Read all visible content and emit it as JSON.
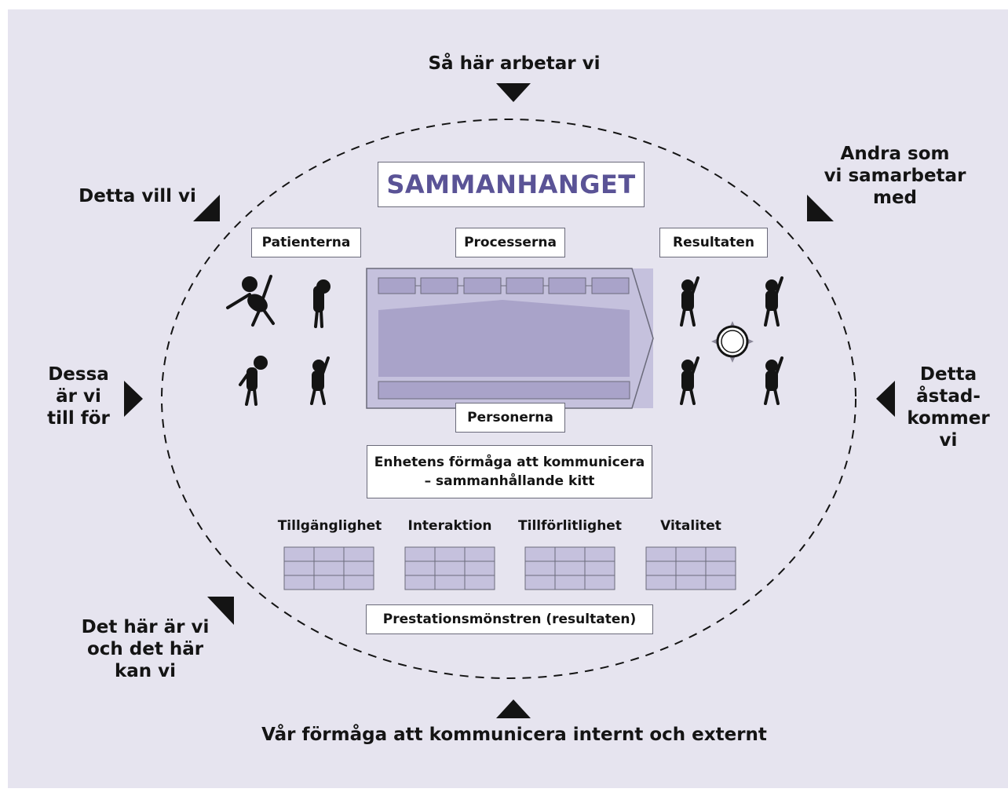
{
  "title": "SAMMANHANGET",
  "outer_labels": {
    "top": "Så här arbetar vi",
    "top_left": "Detta vill vi",
    "top_right": "Andra som\nvi samarbetar\nmed",
    "left": "Dessa\när vi\ntill för",
    "right": "Detta\nåstad-\nkommer\nvi",
    "bottom_left": "Det här är vi\noch det här\nkan vi",
    "bottom": "Vår förmåga att kommunicera internt och externt"
  },
  "boxes": {
    "patients": "Patienterna",
    "processes": "Processerna",
    "results": "Resultaten",
    "persons": "Personerna",
    "communication": "Enhetens förmåga att kommunicera\n– sammanhållande kitt",
    "performance": "Prestationsmönstren (resultaten)"
  },
  "metrics": [
    "Tillgänglighet",
    "Interaktion",
    "Tillförlitlighet",
    "Vitalitet"
  ],
  "colors": {
    "background": "#e6e4ef",
    "accent": "#5a5396",
    "process_fill": "#a9a3c9",
    "process_panel": "#c5c1dd",
    "ink": "#141414"
  }
}
